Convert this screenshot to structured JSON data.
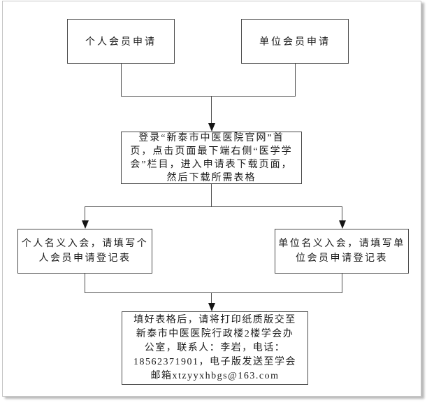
{
  "page": {
    "background": "#ffffff",
    "sheet_border_color": "#c6c6c6"
  },
  "flowchart": {
    "type": "flowchart",
    "line_color": "#4f4f4f",
    "arrow_color": "#151515",
    "box_border_color": "#4a4a4a",
    "box_fill": "#ffffff",
    "text_color": "#1a1a1a",
    "nodes": {
      "individual_apply": {
        "label": "个人会员申请"
      },
      "unit_apply": {
        "label": "单位会员申请"
      },
      "download": {
        "label": "登录“新泰市中医医院官网”首\n页，点击页面最下端右侧“医学学\n会”栏目，进入申请表下载页面，\n然后下载所需表格"
      },
      "individual_form": {
        "label": "个人名义入会，请填写个\n人会员申请登记表"
      },
      "unit_form": {
        "label": "单位名义入会，请填写单\n位会员申请登记表"
      },
      "submit": {
        "label": "填好表格后，请将打印纸质版交至\n新泰市中医医院行政楼2楼学会办\n公室，联系人：李岩，电话：\n18562371901，电子版发送至学会\n邮箱xtzyyxhbgs@163.com"
      }
    },
    "contact": {
      "person": "李岩",
      "phone": "18562371901",
      "email": "xtzyyxhbgs@163.com"
    }
  }
}
